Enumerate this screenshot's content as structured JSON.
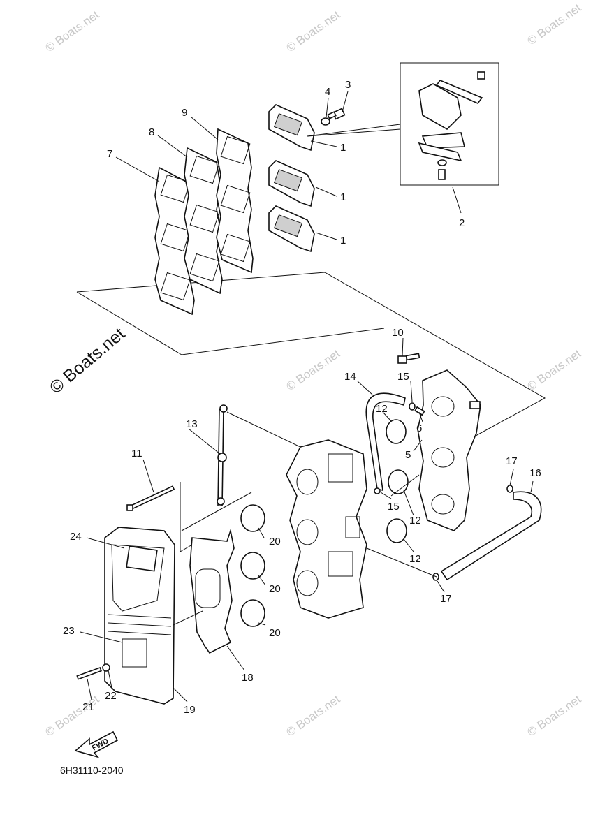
{
  "diagram": {
    "reference_code": "6H31110-2040",
    "fwd_label": "FWD",
    "watermark_big": "© Boats.net",
    "watermark_small": "© Boats.net"
  },
  "callouts": [
    {
      "id": "c1a",
      "text": "1"
    },
    {
      "id": "c1b",
      "text": "1"
    },
    {
      "id": "c1c",
      "text": "1"
    },
    {
      "id": "c2",
      "text": "2"
    },
    {
      "id": "c3",
      "text": "3"
    },
    {
      "id": "c4",
      "text": "4"
    },
    {
      "id": "c5",
      "text": "5"
    },
    {
      "id": "c6",
      "text": "6"
    },
    {
      "id": "c7",
      "text": "7"
    },
    {
      "id": "c8",
      "text": "8"
    },
    {
      "id": "c9",
      "text": "9"
    },
    {
      "id": "c10",
      "text": "10"
    },
    {
      "id": "c11",
      "text": "11"
    },
    {
      "id": "c12a",
      "text": "12"
    },
    {
      "id": "c12b",
      "text": "12"
    },
    {
      "id": "c12c",
      "text": "12"
    },
    {
      "id": "c13",
      "text": "13"
    },
    {
      "id": "c14",
      "text": "14"
    },
    {
      "id": "c15a",
      "text": "15"
    },
    {
      "id": "c15b",
      "text": "15"
    },
    {
      "id": "c16",
      "text": "16"
    },
    {
      "id": "c17a",
      "text": "17"
    },
    {
      "id": "c17b",
      "text": "17"
    },
    {
      "id": "c18",
      "text": "18"
    },
    {
      "id": "c19",
      "text": "19"
    },
    {
      "id": "c20a",
      "text": "20"
    },
    {
      "id": "c20b",
      "text": "20"
    },
    {
      "id": "c20c",
      "text": "20"
    },
    {
      "id": "c21",
      "text": "21"
    },
    {
      "id": "c22",
      "text": "22"
    },
    {
      "id": "c23",
      "text": "23"
    },
    {
      "id": "c24",
      "text": "24"
    }
  ]
}
